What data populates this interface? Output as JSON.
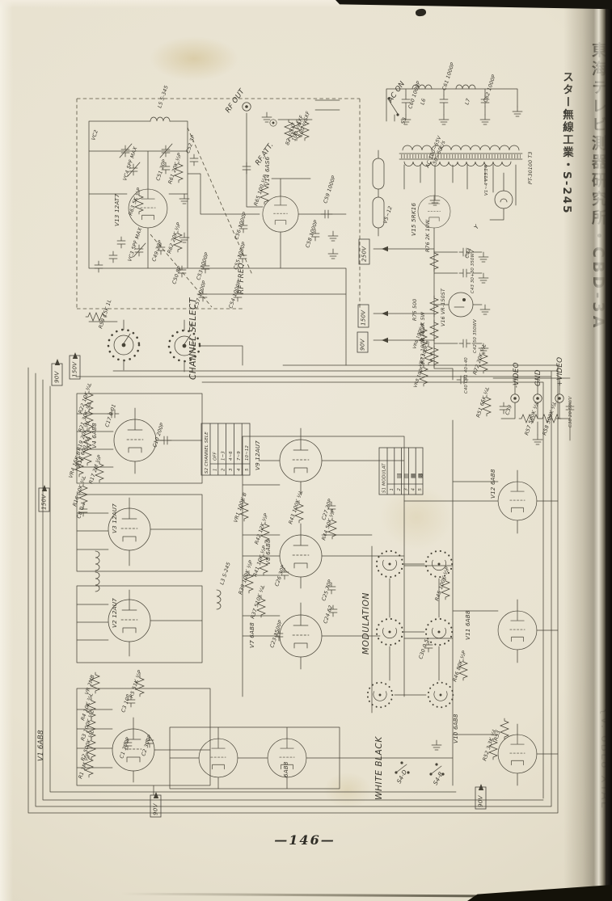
{
  "page": {
    "number": "—146—",
    "margin_right_top": "スター無線工業・S-245",
    "margin_right_edge": "東海テレビ測器研究所・CBD-3A",
    "margin_right_bottom": "{V. 6BL8 XTAL"
  },
  "schematic": {
    "labels": [
      "RF OUT",
      "RF.ATT.",
      "V14 6AS6",
      "82 ¼SXF",
      "100 ¼SXF",
      "150 ¼SXF",
      "R65 100 ½P",
      "C59 1000P",
      "C58 1000P",
      "AC ON",
      "S3",
      "C60 1000P",
      "L6",
      "C61 1000P",
      "L7",
      "C62 1000P",
      "AC 100~65V",
      "50~60c/s",
      "PT-30100 T3",
      "V5~12",
      "V15 5RK16",
      "V1~4 V13.14",
      "Y",
      "250V",
      "R76 2K 10W",
      "C44",
      "C43 30+30 350WV",
      "V16 VR-150ST",
      "150V",
      "R75 500",
      "R74 2K 5W",
      "90V",
      "R73 100K ½L",
      "C42 50 350WV",
      "R72 20K ½L",
      "C40 C41 40+40",
      "R51 65K ¼L",
      "-VIDEO",
      "GND",
      "+VIDEO",
      "C39",
      "R57 500K ½L",
      "R58 500K ½L",
      "C38 20 50WV",
      "CHANNEL SELECT",
      "Y",
      "R59 15K 1L",
      "VR6 100K B",
      "VR7 100K B",
      "VR8 100K B",
      "90V",
      "150V",
      "R22 10K ¾L",
      "R21 30K ¾L",
      "R19 20K ¾L",
      "R18 600 ½L",
      "VR4 15K B",
      "R17 2M ½P",
      "V4 6AB8",
      "C17 0.01",
      "C10 200P",
      "R16 50K ¾L",
      "C8 0.1",
      "V3 12AU7",
      "150V",
      "V2 12AU7",
      "L3 S-245",
      "V1 6AB8",
      "R4 10K ¾L",
      "R3 100K ¼L",
      "R2 500K ¼L",
      "R1 1M ½P",
      "C3 10P",
      "C1 300P",
      "C2 300P",
      "R5 51K ½P",
      "VR 2MB",
      "90V",
      "V9 12AU7",
      "VR1 100K B",
      "R43 100K ½L",
      "R42 12K ½P",
      "R41 10K ½P",
      "V8 6AB8",
      "C26 30P",
      "C27 20P",
      "R44 50K ½P",
      "C25 70P",
      "R39 100K ½P",
      "R37 510K ¼L",
      "V7 6AB8",
      "C23 1500P",
      "C24 62",
      "V12 6AB8",
      "R45 100K ½P",
      "C30 0.5",
      "V11 6AB8",
      "R46 80K ½P",
      "MODULATION",
      "WHITE BLACK",
      "S4-D",
      "S4-B",
      "V10 6AB8",
      "R52 3.3K ½L",
      "R53",
      "6AB8",
      "90V",
      "VC2",
      "VC4 5PF MAX",
      "C51 20P",
      "R61 20K ½P",
      "C52 3P",
      "R63 5K ½P",
      "V13 12AT7",
      "L5 S-345",
      "VC3 5PF MAX",
      "C49 20P",
      "R62 20K ½P",
      "C50 8P",
      "C53 1000P",
      "C57 1000P",
      "C54 1000P",
      "C55 1000P",
      "C56 1000P",
      "RF FREQ"
    ],
    "tables": {
      "channel_select": {
        "title": "S2 CHANNEL SELE",
        "rows": [
          [
            "1",
            "OFF"
          ],
          [
            "2",
            "1~3"
          ],
          [
            "3",
            "4~6"
          ],
          [
            "4",
            "7~9"
          ],
          [
            "5",
            "10~12"
          ]
        ]
      },
      "modulation": {
        "title": "S1 MODULAT",
        "rows": [
          [
            "1",
            ""
          ],
          [
            "2",
            "▤"
          ],
          [
            "3",
            "▥"
          ],
          [
            "4",
            "▦"
          ],
          [
            "5",
            "▩"
          ]
        ]
      }
    }
  }
}
